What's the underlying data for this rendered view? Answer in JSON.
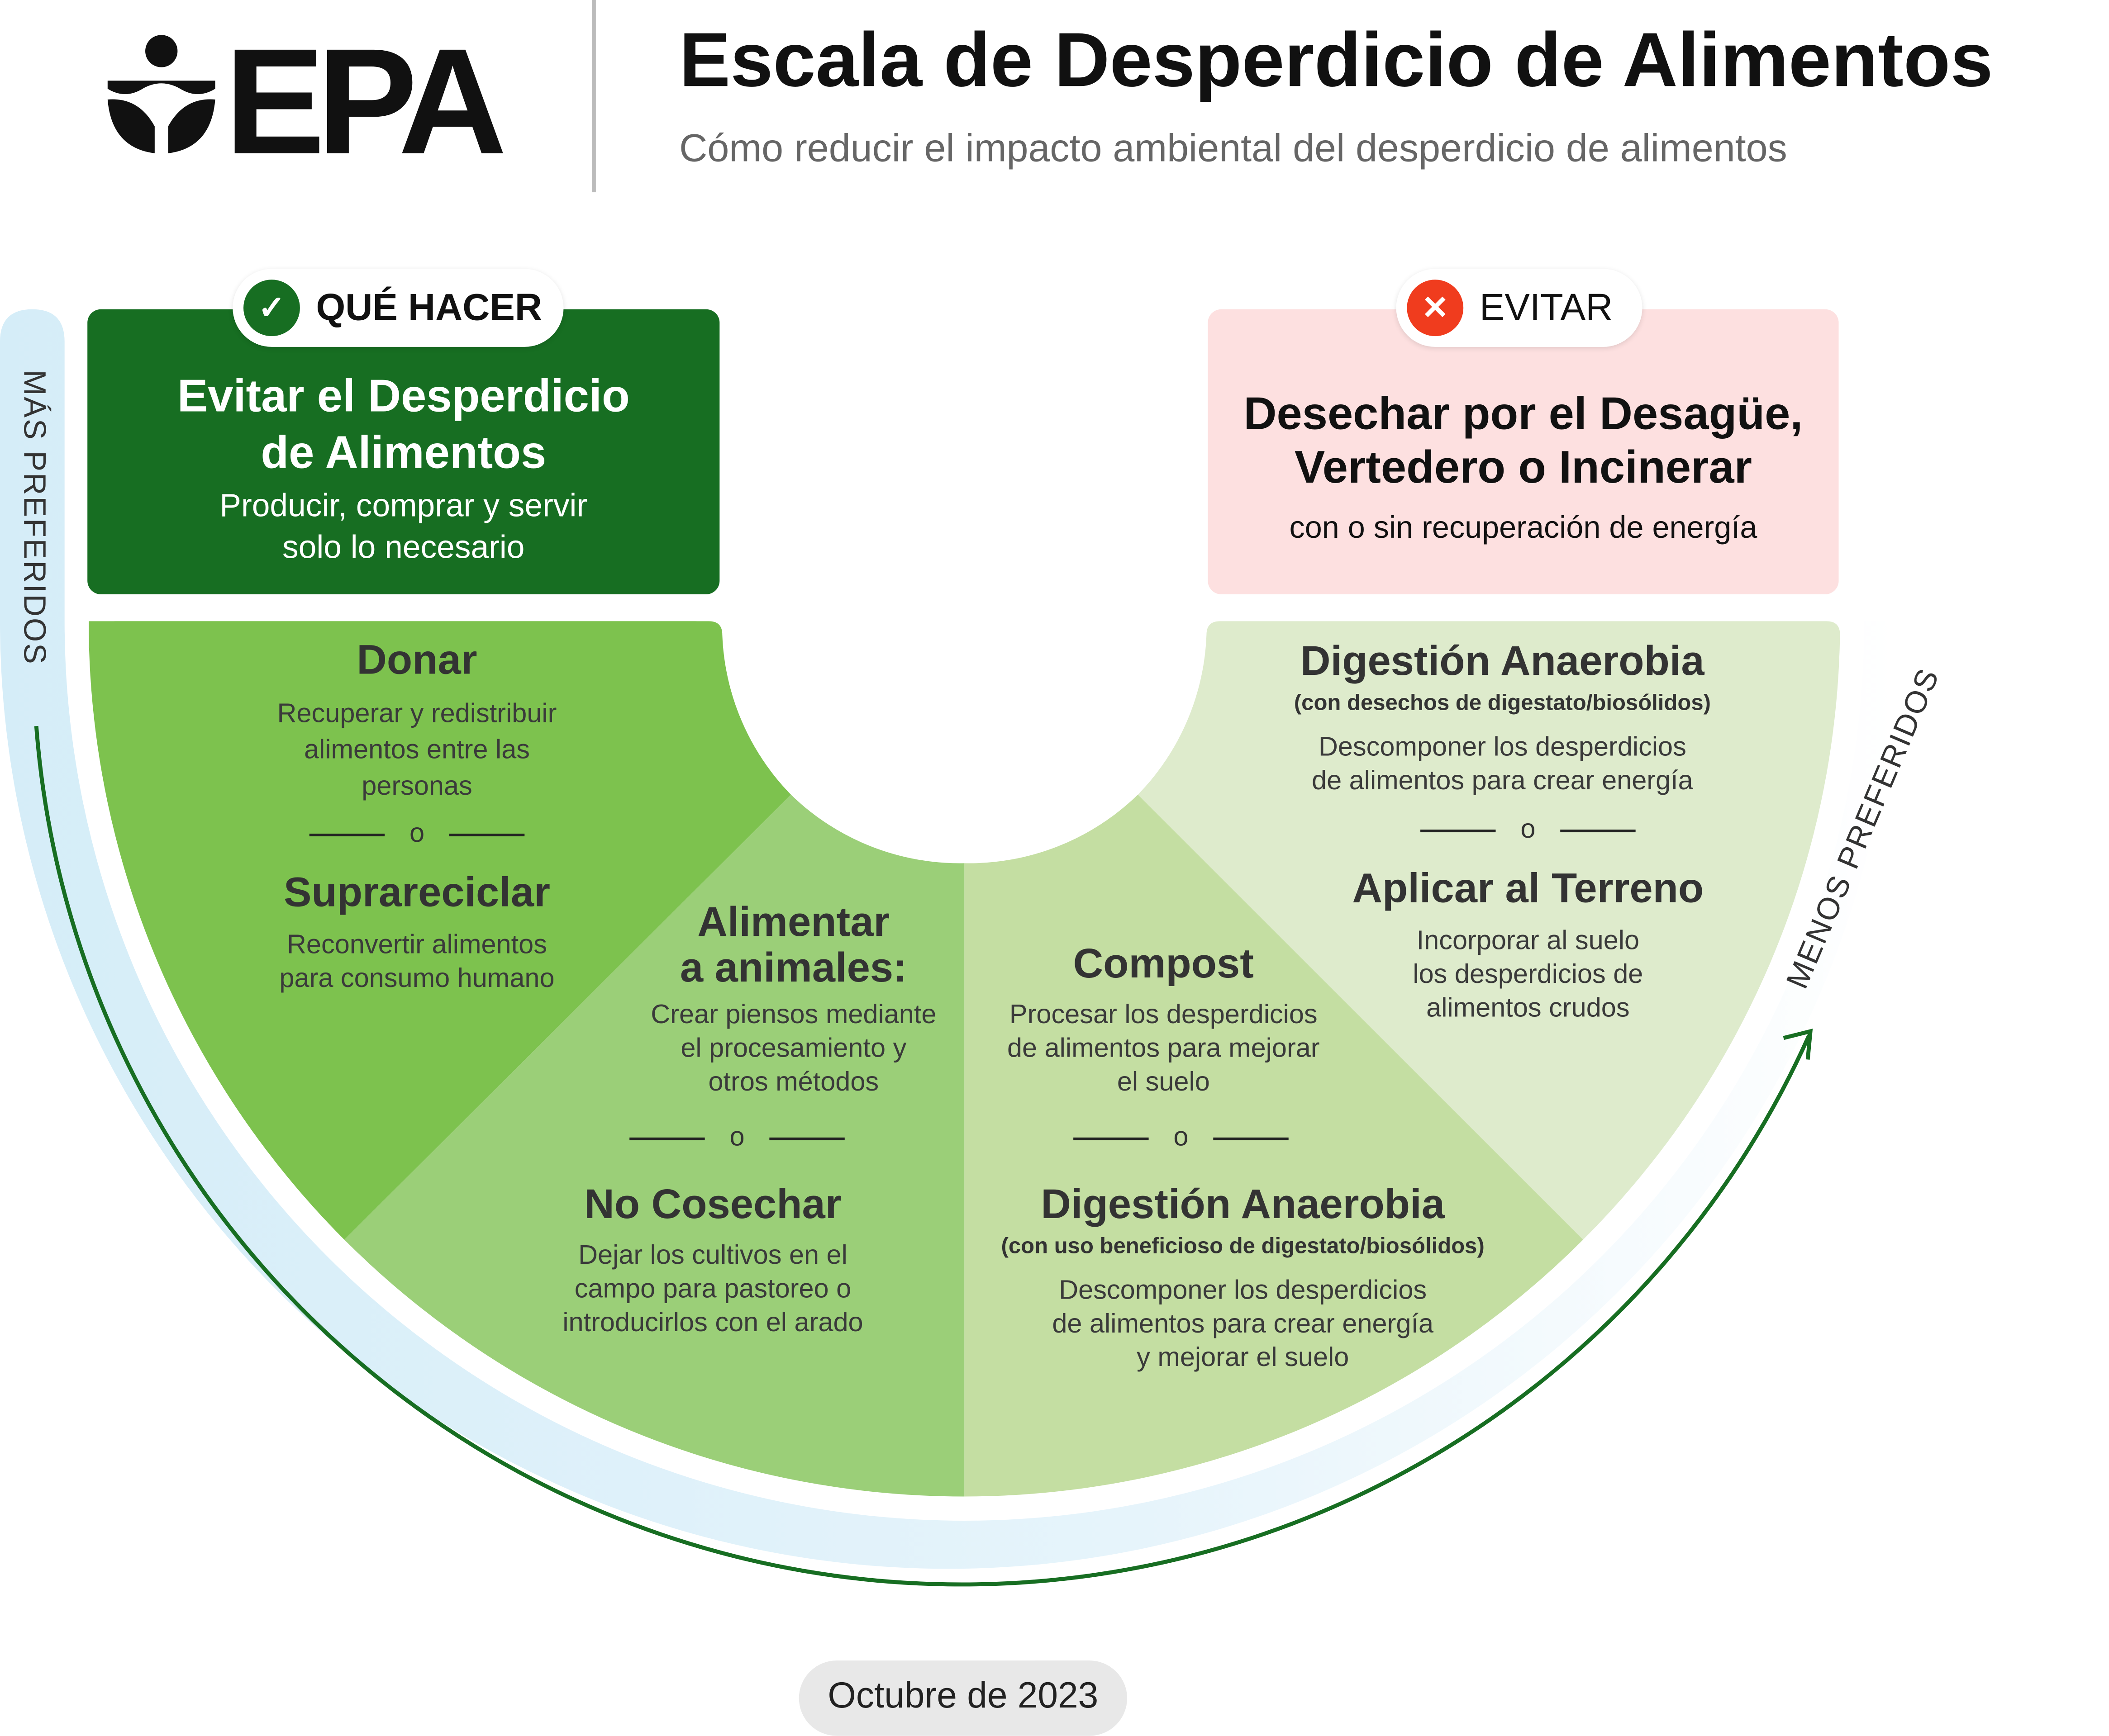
{
  "logo": {
    "text": "EPA"
  },
  "header": {
    "title": "Escala de Desperdicio de Alimentos",
    "subtitle": "Cómo reducir el impacto ambiental del desperdicio de alimentos"
  },
  "axis": {
    "more_preferred": "MÁS PREFERIDOS",
    "less_preferred": "MENOS PREFERIDOS"
  },
  "do": {
    "badge": "QUÉ HACER",
    "icon": "check-icon",
    "title_line1": "Evitar el Desperdicio",
    "title_line2": "de Alimentos",
    "desc_line1": "Producir, comprar y servir",
    "desc_line2": "solo lo necesario"
  },
  "avoid": {
    "badge": "EVITAR",
    "icon": "x-icon",
    "title_line1": "Desechar por el Desagüe,",
    "title_line2": "Vertedero o Incinerar",
    "desc": "con o sin recuperación de energía"
  },
  "separator": "o",
  "sectors": [
    {
      "items": [
        {
          "title": "Donar",
          "lines": [
            "Recuperar y redistribuir",
            "alimentos entre las",
            "personas"
          ]
        },
        {
          "title": "Suprareciclar",
          "lines": [
            "Reconvertir alimentos",
            "para consumo humano"
          ]
        }
      ]
    },
    {
      "items": [
        {
          "title_lines": [
            "Alimentar",
            "a animales:"
          ],
          "lines": [
            "Crear piensos mediante",
            "el procesamiento y",
            "otros métodos"
          ]
        },
        {
          "title": "No Cosechar",
          "lines": [
            "Dejar los cultivos en el",
            "campo para pastoreo o",
            "introducirlos con el arado"
          ]
        }
      ]
    },
    {
      "items": [
        {
          "title": "Compost",
          "lines": [
            "Procesar los desperdicios",
            "de alimentos para mejorar",
            "el suelo"
          ]
        },
        {
          "title": "Digestión Anaerobia",
          "subtitle": "(con uso beneficioso de digestato/biosólidos)",
          "lines": [
            "Descomponer los desperdicios",
            "de alimentos para crear energía",
            "y mejorar el suelo"
          ]
        }
      ]
    },
    {
      "items": [
        {
          "title": "Digestión Anaerobia",
          "subtitle": "(con desechos de digestato/biosólidos)",
          "lines": [
            "Descomponer los desperdicios",
            "de alimentos para crear energía"
          ]
        },
        {
          "title": "Aplicar al Terreno",
          "lines": [
            "Incorporar al suelo",
            "los desperdicios de",
            "alimentos crudos"
          ]
        }
      ]
    }
  ],
  "colors": {
    "dark_green": "#176e22",
    "sector1": "#7dc24e",
    "sector2": "#9bcf78",
    "sector3": "#c4dea2",
    "sector4": "#deebcc",
    "pink": "#fde0e0",
    "red": "#f03c1e",
    "band": "#d9eff8"
  },
  "footer": {
    "date": "Octubre de 2023"
  }
}
